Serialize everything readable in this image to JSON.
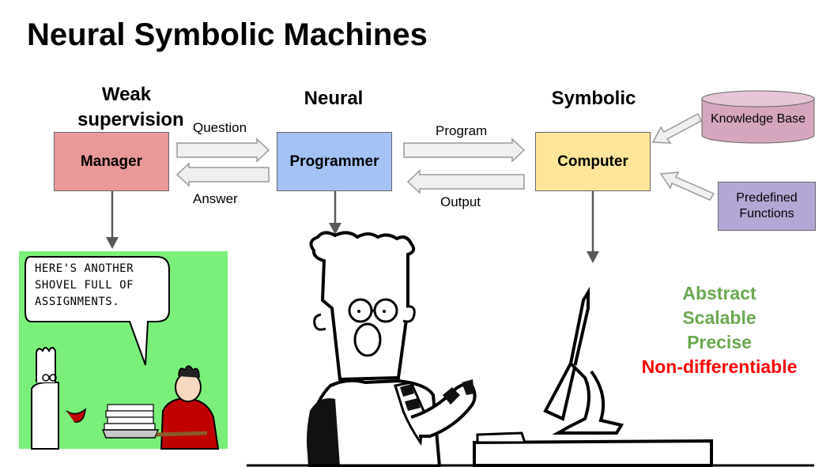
{
  "title": "Neural Symbolic Machines",
  "headers": {
    "weak": "Weak supervision",
    "neural": "Neural",
    "symbolic": "Symbolic"
  },
  "nodes": {
    "manager": "Manager",
    "programmer": "Programmer",
    "computer": "Computer",
    "knowledge_base": "Knowledge Base",
    "predefined_functions": "Predefined Functions"
  },
  "edges": {
    "question": "Question",
    "answer": "Answer",
    "program": "Program",
    "output": "Output"
  },
  "comic": {
    "speech": "HERE'S ANOTHER SHOVEL FULL OF ASSIGNMENTS."
  },
  "properties": {
    "items": [
      "Abstract",
      "Scalable",
      "Precise",
      "Non-differentiable"
    ],
    "positive_color": "#6aa84f",
    "negative_color": "#ff0000"
  },
  "colors": {
    "manager": "#ea9999",
    "programmer": "#a4c2f4",
    "computer": "#ffe599",
    "knowledge_base": "#d5a6bd",
    "predefined_functions": "#b4a7d6",
    "comic_bg": "#7af07a"
  }
}
